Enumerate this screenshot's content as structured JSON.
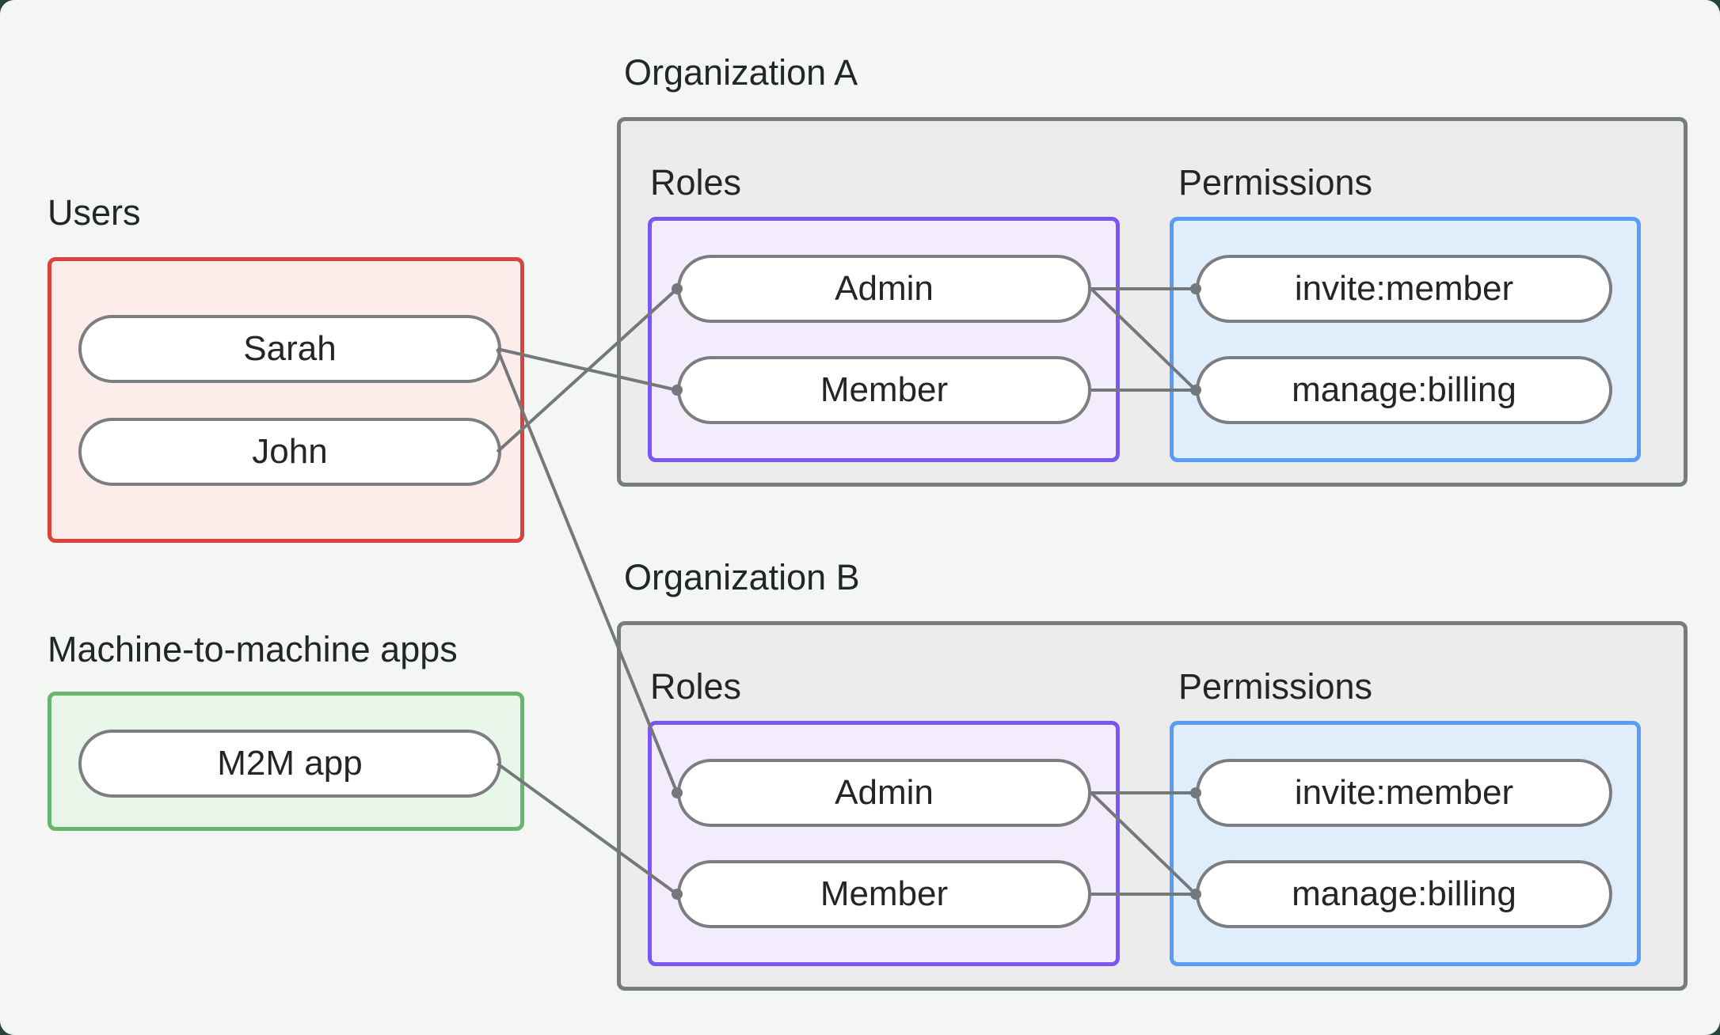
{
  "users_group": {
    "label": "Users",
    "items": [
      {
        "label": "Sarah"
      },
      {
        "label": "John"
      }
    ]
  },
  "m2m_group": {
    "label": "Machine-to-machine apps",
    "items": [
      {
        "label": "M2M app"
      }
    ]
  },
  "orgs": [
    {
      "title": "Organization A",
      "roles_label": "Roles",
      "permissions_label": "Permissions",
      "roles": [
        {
          "label": "Admin"
        },
        {
          "label": "Member"
        }
      ],
      "permissions": [
        {
          "label": "invite:member"
        },
        {
          "label": "manage:billing"
        }
      ]
    },
    {
      "title": "Organization B",
      "roles_label": "Roles",
      "permissions_label": "Permissions",
      "roles": [
        {
          "label": "Admin"
        },
        {
          "label": "Member"
        }
      ],
      "permissions": [
        {
          "label": "invite:member"
        },
        {
          "label": "manage:billing"
        }
      ]
    }
  ],
  "connections": [
    {
      "from": "John",
      "to": "Organization A / Admin"
    },
    {
      "from": "Sarah",
      "to": "Organization A / Member"
    },
    {
      "from": "Sarah",
      "to": "Organization B / Admin"
    },
    {
      "from": "M2M app",
      "to": "Organization B / Member"
    },
    {
      "from": "Organization A / Admin",
      "to": "Organization A / invite:member"
    },
    {
      "from": "Organization A / Admin",
      "to": "Organization A / manage:billing"
    },
    {
      "from": "Organization A / Member",
      "to": "Organization A / manage:billing"
    },
    {
      "from": "Organization B / Admin",
      "to": "Organization B / invite:member"
    },
    {
      "from": "Organization B / Admin",
      "to": "Organization B / manage:billing"
    },
    {
      "from": "Organization B / Member",
      "to": "Organization B / manage:billing"
    }
  ],
  "colors": {
    "page_bg": "#f4f6f3",
    "outer_bg": "#24453a",
    "org_fill": "#ececed",
    "org_border": "#797c7e",
    "users_border": "#d9423d",
    "users_fill": "#fcecea",
    "m2m_border": "#68b56e",
    "m2m_fill": "#e9f6ea",
    "roles_border": "#7a57f2",
    "roles_fill": "#f2ecfc",
    "permissions_border": "#579cf5",
    "permissions_fill": "#e0eefb",
    "pill_border": "#7b7e80",
    "connector": "#75787a",
    "text": "#232629"
  }
}
